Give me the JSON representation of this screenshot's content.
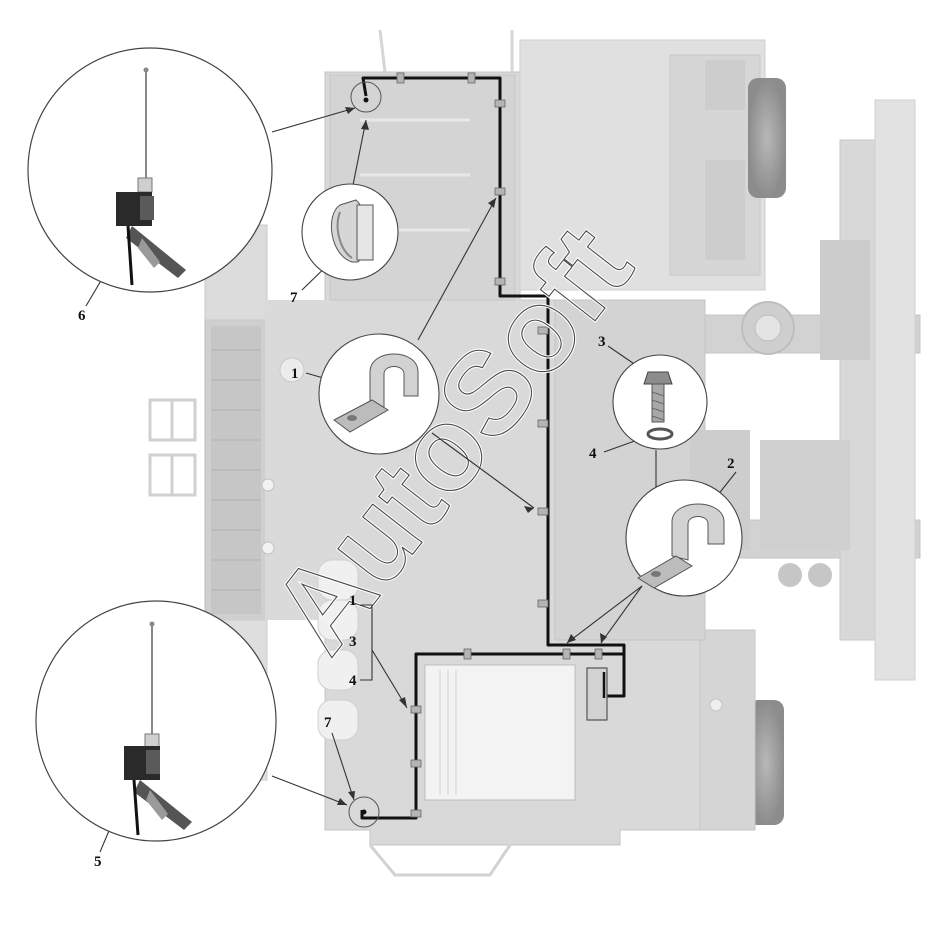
{
  "diagram": {
    "colors": {
      "chassis_fill": "#d9d9d9",
      "chassis_dark": "#bdbdbd",
      "wire": "#111111",
      "leader": "#333333",
      "clip": "#a8a8a8",
      "bg": "#ffffff"
    },
    "watermark": "AutoSoft",
    "callouts": {
      "c1a": "1",
      "c1b": "1",
      "c2": "2",
      "c3a": "3",
      "c3b": "3",
      "c4a": "4",
      "c4b": "4",
      "c5": "5",
      "c6": "6",
      "c7a": "7",
      "c7b": "7"
    },
    "parts": [
      {
        "id": "1",
        "icon": "cable-clamp-icon"
      },
      {
        "id": "2",
        "icon": "cable-clamp-icon"
      },
      {
        "id": "3",
        "icon": "bolt-icon"
      },
      {
        "id": "4",
        "icon": "lock-washer-icon"
      },
      {
        "id": "5",
        "icon": "sensor-icon"
      },
      {
        "id": "6",
        "icon": "sensor-icon"
      },
      {
        "id": "7",
        "icon": "cable-tie-icon"
      }
    ]
  }
}
